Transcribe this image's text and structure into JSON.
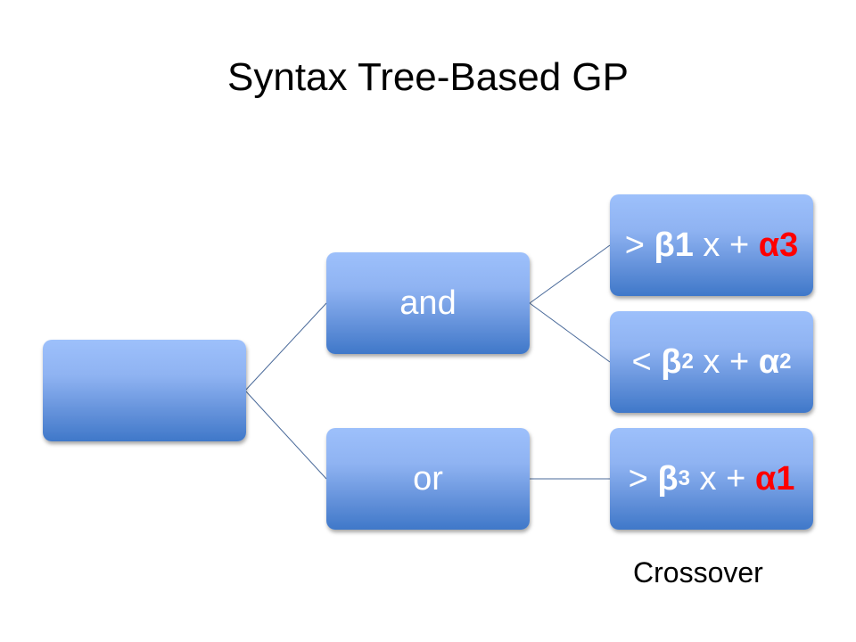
{
  "title": "Syntax Tree-Based GP",
  "root": {
    "label": ""
  },
  "and_node": {
    "label": "and"
  },
  "or_node": {
    "label": "or"
  },
  "leaves": [
    {
      "op": ">",
      "beta": "β1",
      "beta_sub": "",
      "mid": "x +",
      "alpha": "α3",
      "alpha_sub": "",
      "alpha_color": "#ff0000"
    },
    {
      "op": "<",
      "beta": "β",
      "beta_sub": "2",
      "mid": "x +",
      "alpha": "α",
      "alpha_sub": "2",
      "alpha_color": "#ffffff"
    },
    {
      "op": ">",
      "beta": "β",
      "beta_sub": "3",
      "mid": "x +",
      "alpha": "α1",
      "alpha_sub": "",
      "alpha_color": "#ff0000"
    }
  ],
  "caption": "Crossover",
  "colors": {
    "line": "#4a6a9a",
    "box_top": "#9dc0fb",
    "box_bottom": "#3f78c9",
    "highlight": "#ff0000"
  }
}
